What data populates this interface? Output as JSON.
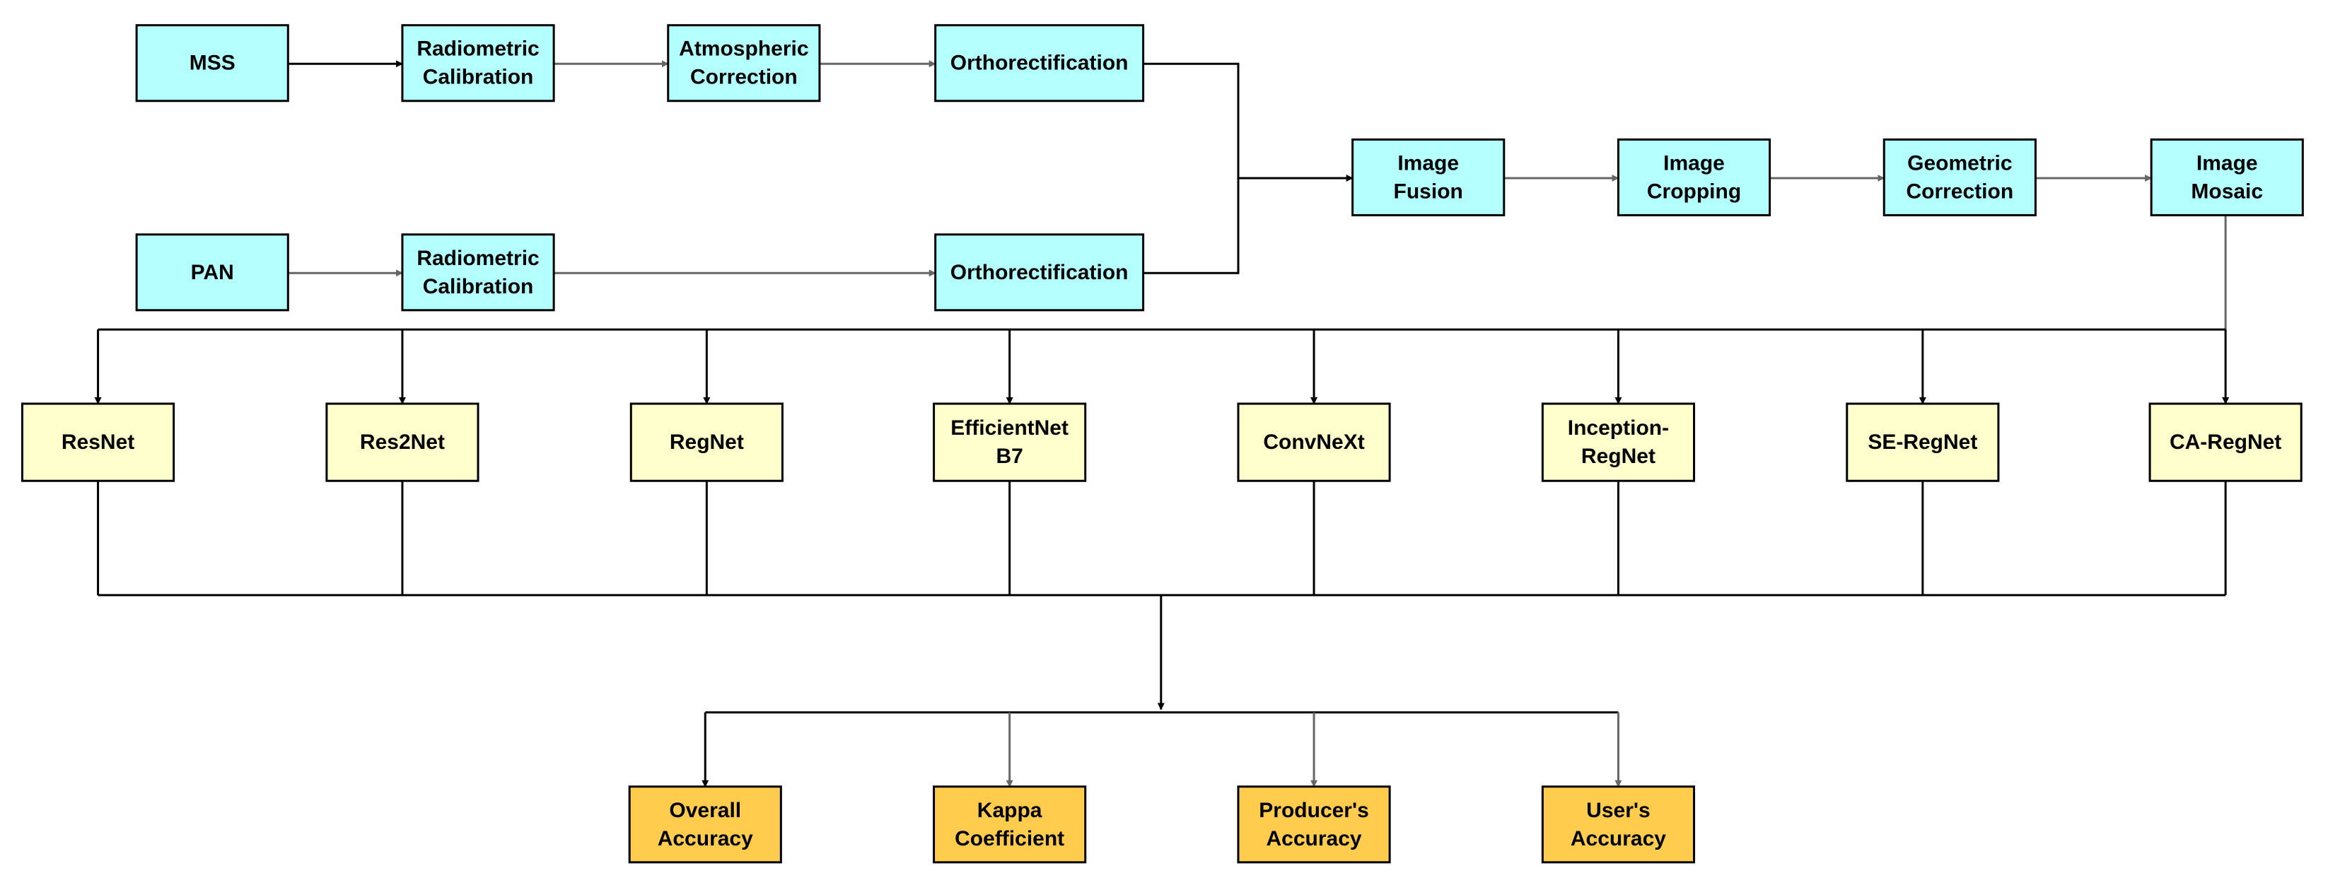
{
  "colors": {
    "preprocessing": "#b3ffff",
    "model": "#ffffcc",
    "metric": "#ffcc4d",
    "edge_dark": "#000000",
    "edge_gray": "#666666"
  },
  "preprocessing": {
    "mss": "MSS",
    "pan": "PAN",
    "radiometric_calibration_1": [
      "Radiometric",
      "Calibration"
    ],
    "atmospheric_correction": [
      "Atmospheric",
      "Correction"
    ],
    "orthorectification_1": "Orthorectification",
    "radiometric_calibration_2": [
      "Radiometric",
      "Calibration"
    ],
    "orthorectification_2": "Orthorectification",
    "image_fusion": [
      "Image",
      "Fusion"
    ],
    "image_cropping": [
      "Image",
      "Cropping"
    ],
    "geometric_correction": [
      "Geometric",
      "Correction"
    ],
    "image_mosaic": [
      "Image",
      "Mosaic"
    ]
  },
  "models": [
    [
      "ResNet"
    ],
    [
      "Res2Net"
    ],
    [
      "RegNet"
    ],
    [
      "EfficientNet",
      "B7"
    ],
    [
      "ConvNeXt"
    ],
    [
      "Inception-",
      "RegNet"
    ],
    [
      "SE-RegNet"
    ],
    [
      "CA-RegNet"
    ]
  ],
  "metrics": [
    [
      "Overall",
      "Accuracy"
    ],
    [
      "Kappa",
      "Coefficient"
    ],
    [
      "Producer's",
      "Accuracy"
    ],
    [
      "User's",
      "Accuracy"
    ]
  ]
}
